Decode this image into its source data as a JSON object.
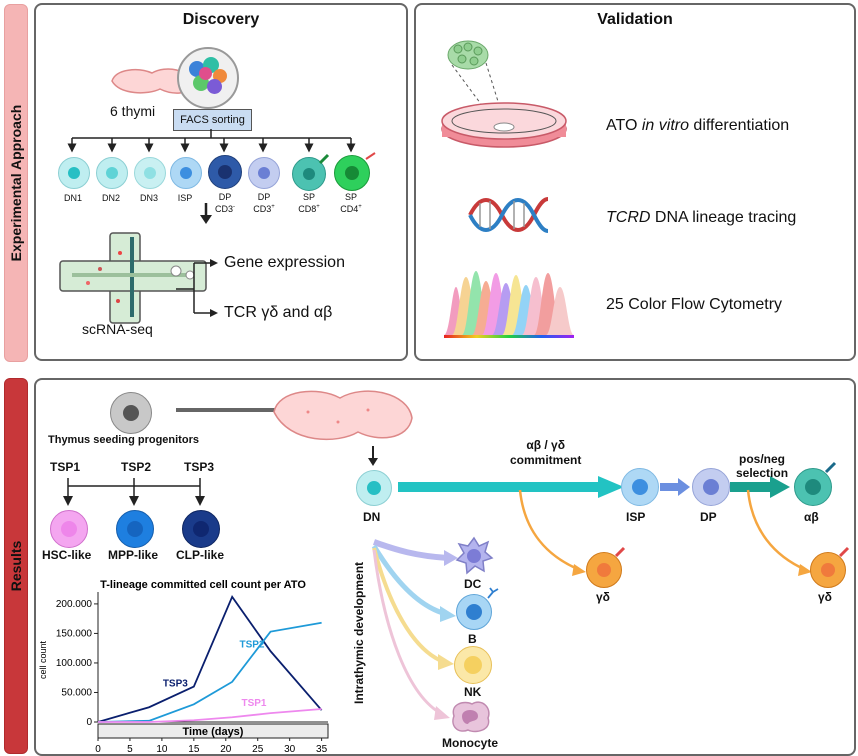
{
  "side_labels": {
    "top": "Experimental Approach",
    "bottom": "Results"
  },
  "discovery": {
    "title": "Discovery",
    "thymi_label": "6 thymi",
    "facs_label": "FACS sorting",
    "cells": [
      {
        "label": "DN1",
        "sup": ""
      },
      {
        "label": "DN2",
        "sup": ""
      },
      {
        "label": "DN3",
        "sup": ""
      },
      {
        "label": "ISP",
        "sup": ""
      },
      {
        "label": "DP",
        "line2": "CD3",
        "sup": "-"
      },
      {
        "label": "DP",
        "line2": "CD3",
        "sup": "+"
      },
      {
        "label": "SP",
        "line2": "CD8",
        "sup": "+"
      },
      {
        "label": "SP",
        "line2": "CD4",
        "sup": "+"
      }
    ],
    "outputs": [
      "Gene expression",
      "TCR γδ and αβ"
    ],
    "scrna_label": "scRNA-seq"
  },
  "validation": {
    "title": "Validation",
    "ato_pre": "ATO ",
    "ato_italic": "in vitro",
    "ato_post": " differentiation",
    "tcrd_italic": "TCRD",
    "tcrd_post": " DNA lineage tracing",
    "flow": "25 Color Flow Cytometry"
  },
  "results": {
    "tsp_title": "Thymus seeding progenitors",
    "tsps": [
      "TSP1",
      "TSP2",
      "TSP3"
    ],
    "tsp_likes": [
      "HSC-like",
      "MPP-like",
      "CLP-like"
    ],
    "dn": "DN",
    "commit_line1": "αβ / γδ",
    "commit_line2": "commitment",
    "isp": "ISP",
    "dp": "DP",
    "selection_line1": "pos/neg",
    "selection_line2": "selection",
    "ab": "αβ",
    "gd1": "γδ",
    "gd2": "γδ",
    "intrathymic": "Intrathymic  development",
    "lineages": [
      "DC",
      "B",
      "NK",
      "Monocyte"
    ]
  },
  "chart_data": {
    "type": "line",
    "title": "T-lineage committed cell count per ATO",
    "xlabel": "Time (days)",
    "ylabel": "cell count",
    "xlim": [
      0,
      36
    ],
    "ylim": [
      0,
      210000
    ],
    "xticks": [
      0,
      5,
      10,
      15,
      20,
      25,
      30,
      35
    ],
    "yticks": [
      0,
      50000,
      100000,
      150000,
      200000
    ],
    "ytick_labels": [
      "0",
      "50.000",
      "100.000",
      "150.000",
      "200.000"
    ],
    "series": [
      {
        "name": "TSP3",
        "color": "#0a1f6e",
        "x": [
          0,
          8,
          15,
          21,
          27,
          35
        ],
        "y": [
          0,
          25000,
          60000,
          212000,
          120000,
          20000
        ]
      },
      {
        "name": "TSP2",
        "color": "#1e9ad8",
        "x": [
          0,
          8,
          15,
          21,
          27,
          35
        ],
        "y": [
          0,
          2000,
          30000,
          68000,
          153000,
          168000
        ]
      },
      {
        "name": "TSP1",
        "color": "#ee88ee",
        "x": [
          0,
          8,
          15,
          21,
          27,
          35
        ],
        "y": [
          0,
          0,
          3000,
          8000,
          15000,
          22000
        ]
      }
    ]
  }
}
